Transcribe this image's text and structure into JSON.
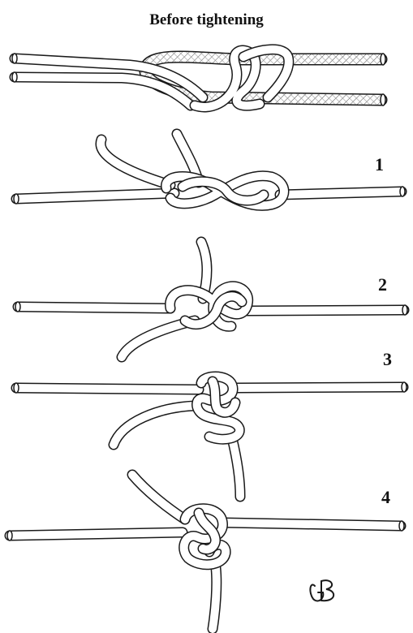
{
  "title": "Before tightening",
  "steps": [
    "1",
    "2",
    "3",
    "4"
  ],
  "signature": "GB"
}
